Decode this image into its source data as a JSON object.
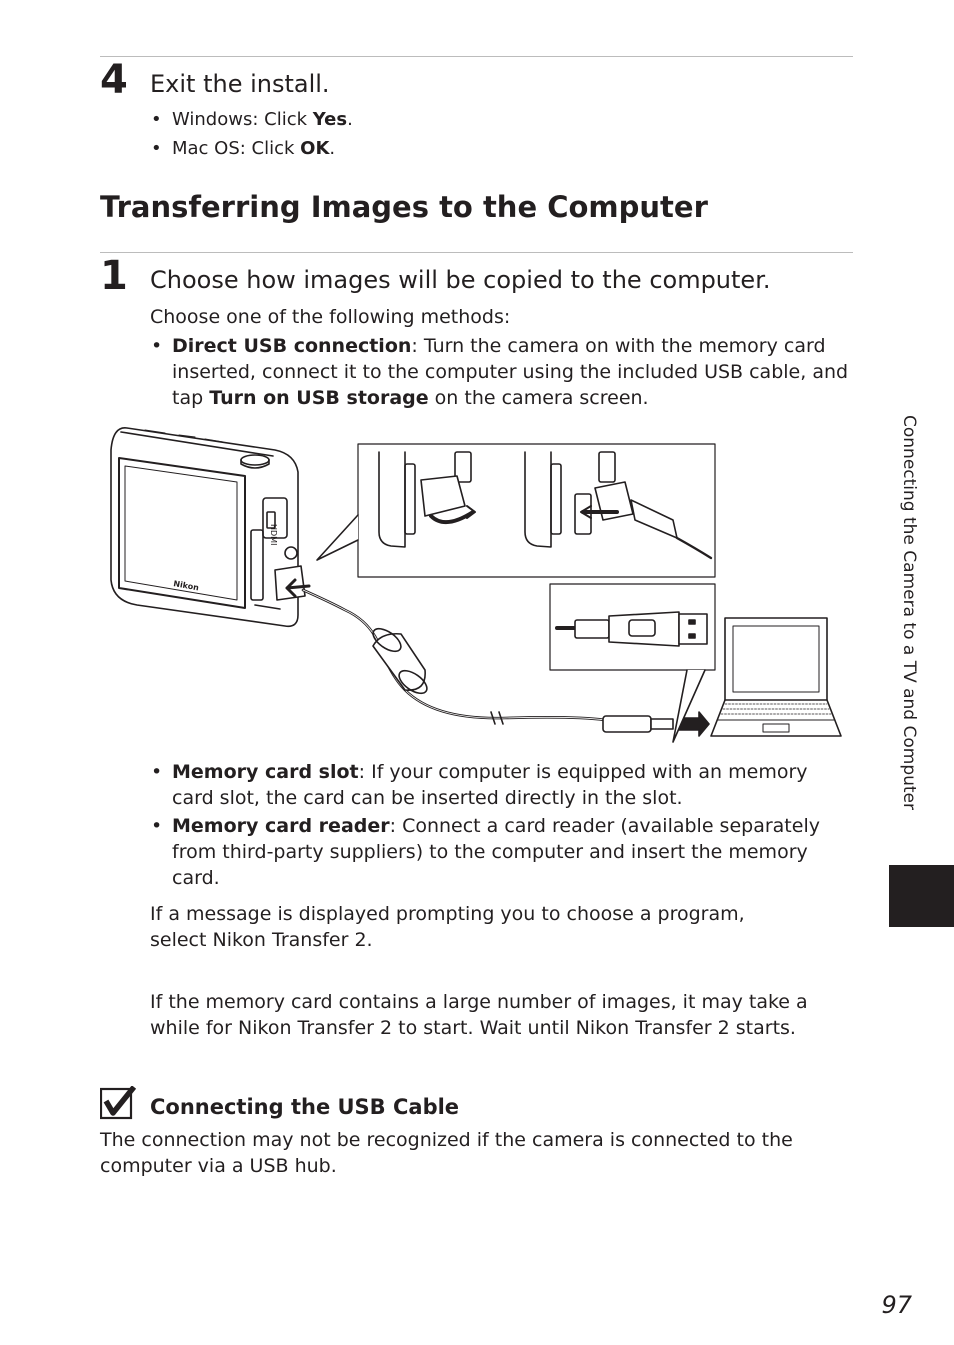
{
  "step4": {
    "number": "4",
    "title": "Exit the install.",
    "items": [
      {
        "prefix": "Windows: Click ",
        "bold": "Yes",
        "suffix": "."
      },
      {
        "prefix": "Mac OS: Click ",
        "bold": "OK",
        "suffix": "."
      }
    ]
  },
  "section": {
    "title": "Transferring Images to the Computer"
  },
  "step1": {
    "number": "1",
    "title": "Choose how images will be copied to the computer.",
    "intro": "Choose one of the following methods:",
    "method1": {
      "bold": "Direct USB connection",
      "text": ": Turn the camera on with the memory card inserted, connect it to the computer using the included USB cable, and tap ",
      "bold2": "Turn on USB storage",
      "text2": " on the camera screen."
    },
    "method2": {
      "bold": "Memory card slot",
      "text": ": If your computer is equipped with an memory card slot, the card can be inserted directly in the slot."
    },
    "method3": {
      "bold": "Memory card reader",
      "text": ": Connect a card reader (available separately from third-party suppliers) to the computer and insert the memory card."
    },
    "para1": "If a message is displayed prompting you to choose a program, select Nikon Transfer 2.",
    "para2": "If the memory card contains a large number of images, it may take a while for Nikon Transfer 2 to start. Wait until Nikon Transfer 2 starts."
  },
  "illustration": {
    "hdmi_label": "HDMI",
    "brand_label": "Nikon"
  },
  "note": {
    "title": "Connecting the USB Cable",
    "body": "The connection may not be recognized if the camera is connected to the computer via a USB hub."
  },
  "sidebar": {
    "label": "Connecting the Camera to a TV and Computer"
  },
  "footer": {
    "page_number": "97"
  }
}
